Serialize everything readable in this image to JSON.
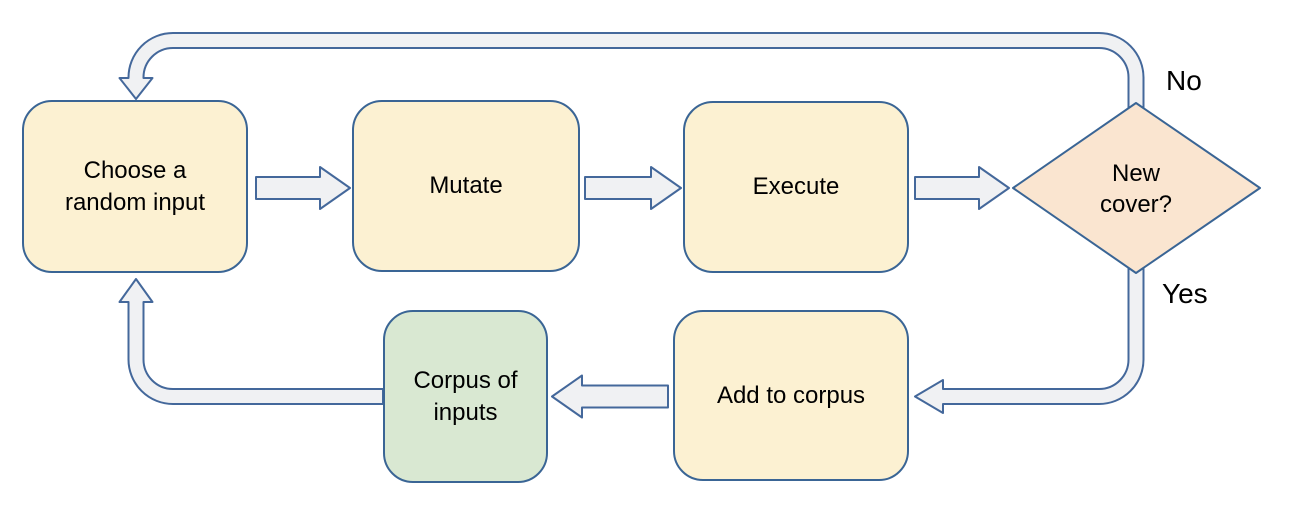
{
  "diagram": {
    "nodes": {
      "choose_random_input": {
        "label": "Choose a random input",
        "shape": "rounded-rect"
      },
      "mutate": {
        "label": "Mutate",
        "shape": "rounded-rect"
      },
      "execute": {
        "label": "Execute",
        "shape": "rounded-rect"
      },
      "new_cover": {
        "label": "New cover?",
        "shape": "diamond"
      },
      "add_to_corpus": {
        "label": "Add to corpus",
        "shape": "rounded-rect"
      },
      "corpus_of_inputs": {
        "label": "Corpus of inputs",
        "shape": "rounded-rect"
      }
    },
    "edges": {
      "no_label": "No",
      "yes_label": "Yes"
    },
    "colors": {
      "process_fill": "#FCF1D2",
      "decision_fill": "#FAE5D0",
      "data_fill": "#D9E8D2",
      "node_border": "#3A6595",
      "connector_fill": "#F0F1F3",
      "connector_stroke": "#44689B",
      "text": "#000000",
      "background": "#FFFFFF"
    }
  }
}
